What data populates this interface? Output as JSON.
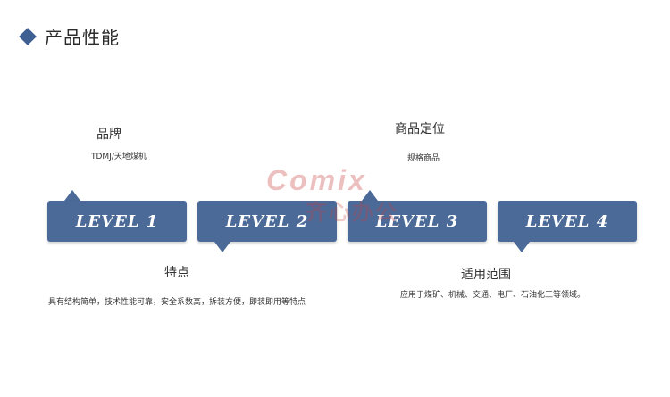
{
  "header": {
    "title": "产品性能"
  },
  "levels": [
    {
      "label": "LEVEL 1"
    },
    {
      "label": "LEVEL 2"
    },
    {
      "label": "LEVEL 3"
    },
    {
      "label": "LEVEL 4"
    }
  ],
  "top_items": [
    {
      "label": "品牌",
      "desc": "TDMJ/天地煤机"
    },
    {
      "label": "商品定位",
      "desc": "规格商品"
    }
  ],
  "bottom_items": [
    {
      "label": "特点",
      "desc": "具有结构简单，技术性能可靠，安全系数高，拆装方便，即装即用等特点"
    },
    {
      "label": "适用范围",
      "desc": "应用于煤矿、机械、交通、电厂、石油化工等领域。"
    }
  ],
  "watermark": {
    "logo": "Comix",
    "sub": "齐心办公"
  },
  "colors": {
    "accent": "#4b6a98",
    "title_marker": "#3f5f93"
  }
}
